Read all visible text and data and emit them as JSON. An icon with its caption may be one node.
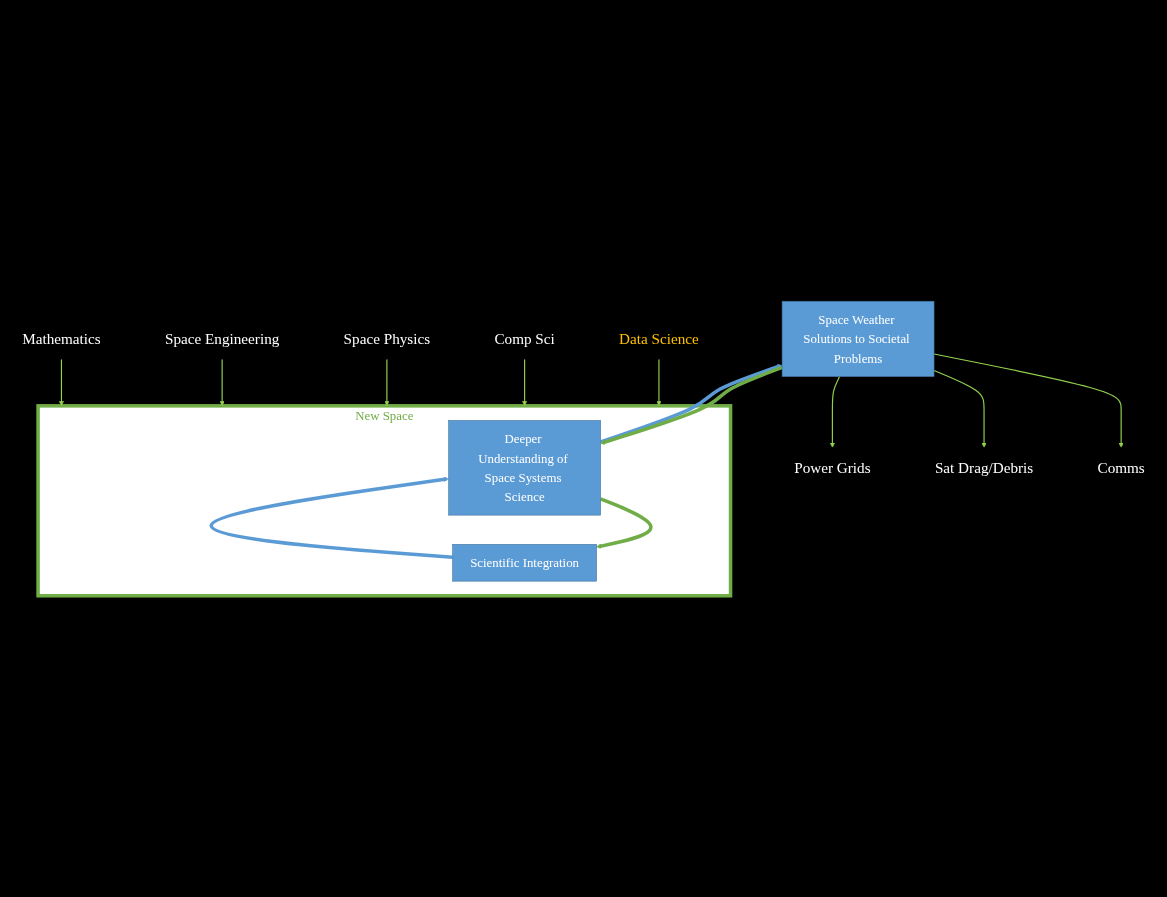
{
  "diagram": {
    "nodes": [
      {
        "text": [
          "Space Weather Solutions to Societal Problems"
        ]
      },
      {
        "text": [
          "New Space"
        ]
      },
      {
        "text": [
          "Deeper Understanding of Space Systems Science"
        ],
        "in": 1
      },
      {
        "text": [
          "Scientific Integration"
        ],
        "in": 1
      },
      {
        "text": [
          "Comms"
        ]
      },
      {
        "text": [
          "Sat Drag/Debris"
        ]
      },
      {
        "text": [
          "Power Grids"
        ]
      },
      {
        "text": [
          "Data Science"
        ]
      },
      {
        "text": [
          "Comp Sci"
        ]
      },
      {
        "text": [
          "Space Physics"
        ]
      },
      {
        "text": [
          "Space Engineering"
        ]
      },
      {
        "text": [
          "Mathematics"
        ]
      }
    ],
    "edges": [
      {
        "from": 0,
        "to": 4,
        "arrow": "to"
      },
      {
        "from": 0,
        "to": 5,
        "arrow": "to"
      },
      {
        "from": 0,
        "to": 6,
        "arrow": "to"
      },
      {
        "from": 2,
        "to": 0,
        "arrow": "to",
        "style": "thick",
        "color": "#5b9bd5"
      },
      {
        "from": 3,
        "to": 2,
        "arrow": "to",
        "style": "thick",
        "color": "#5b9bd5"
      },
      {
        "from": 0,
        "to": 2,
        "arrow": "to",
        "style": "thick",
        "color": "#70ad47"
      },
      {
        "from": 2,
        "to": 3,
        "arrow": "to",
        "style": "thick",
        "color": "#70ad47"
      },
      {
        "from": 7,
        "to": 1,
        "arrow": "to"
      },
      {
        "from": 8,
        "to": 1,
        "arrow": "to"
      },
      {
        "from": 9,
        "to": 1,
        "arrow": "to"
      },
      {
        "from": 10,
        "to": 1,
        "arrow": "to"
      },
      {
        "from": 11,
        "to": 1,
        "arrow": "to"
      }
    ]
  }
}
